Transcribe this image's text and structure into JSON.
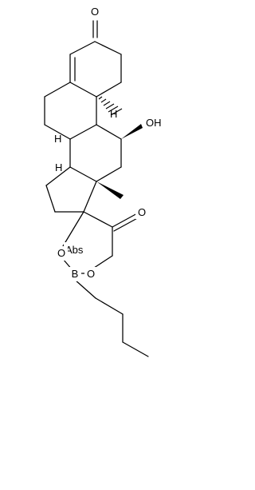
{
  "labels": {
    "ketone_o": "O",
    "hydroxyl": "OH",
    "hydroxyl_h": "H",
    "hydroxyl_o": "O",
    "lower_ketone_o": "O",
    "abs_marker": "Abs",
    "ring_o_left": "O",
    "ring_o_right": "O",
    "boron": "B",
    "h_b8": "H",
    "h_c9": "H",
    "h_c14": "H"
  },
  "colors": {
    "ink": "#000000",
    "background": "#ffffff"
  }
}
